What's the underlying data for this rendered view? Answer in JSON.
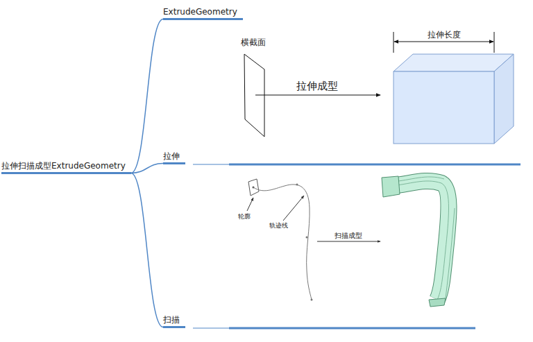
{
  "diagram": {
    "nodes": [
      {
        "text": [
          "拉伸扫描成型ExtrudeGeometry"
        ]
      },
      {
        "text": [
          "ExtrudeGeometry"
        ]
      },
      {
        "text": [
          "拉伸"
        ]
      },
      {
        "text": [
          "扫描"
        ]
      }
    ],
    "edges": [
      {
        "from": 0,
        "to": 1,
        "arrow": "none"
      },
      {
        "from": 0,
        "to": 2,
        "arrow": "none"
      },
      {
        "from": 0,
        "to": 3,
        "arrow": "none"
      }
    ],
    "labels": [
      "横截面",
      "拉伸成型",
      "拉伸长度",
      "轮廓",
      "轨迹线",
      "扫描成型"
    ]
  }
}
